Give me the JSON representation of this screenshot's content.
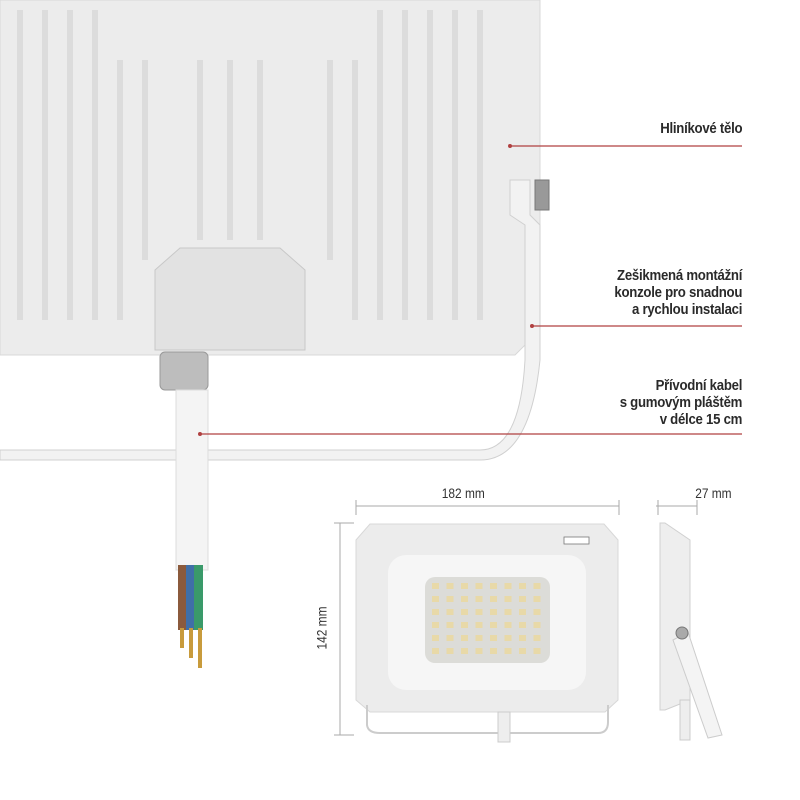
{
  "callouts": {
    "body": {
      "line1": "Hliníkové tělo"
    },
    "bracket": {
      "line1": "Zešikmená montážní",
      "line2": "konzole pro snadnou",
      "line3": "a rychlou instalaci"
    },
    "cable": {
      "line1": "Přívodní kabel",
      "line2": "s gumovým pláštěm",
      "line3": "v délce  15 cm"
    }
  },
  "dimensions": {
    "width": "182 mm",
    "height": "142 mm",
    "depth": "27 mm"
  },
  "colors": {
    "callout_line": "#b04040",
    "housing": "#eeeeee",
    "led": "#e8d9a8"
  }
}
